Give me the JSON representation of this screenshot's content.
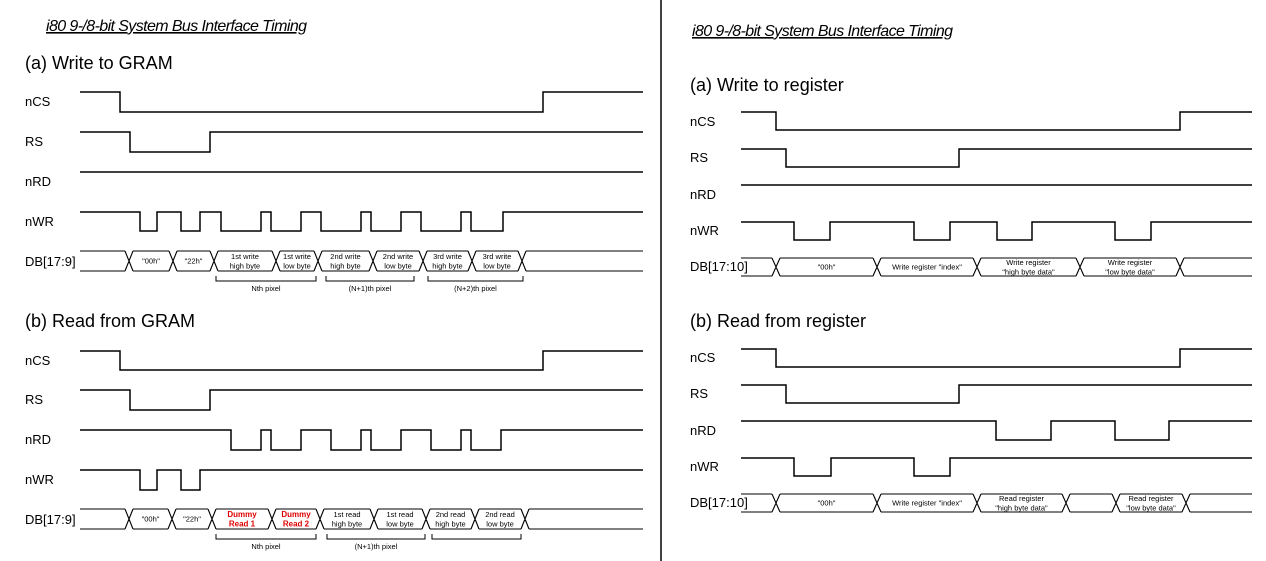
{
  "left": {
    "title": "i80 9-/8-bit System Bus Interface Timing",
    "write": {
      "subtitle": "(a) Write to GRAM",
      "signals": {
        "ncs": "nCS",
        "rs": "RS",
        "nrd": "nRD",
        "nwr": "nWR",
        "db": "DB[17:9]"
      },
      "bus": [
        [
          "\"00h\""
        ],
        [
          "\"22h\""
        ],
        [
          "1st write",
          "high byte"
        ],
        [
          "1st write",
          "low byte"
        ],
        [
          "2nd write",
          "high byte"
        ],
        [
          "2nd write",
          "low byte"
        ],
        [
          "3rd write",
          "high byte"
        ],
        [
          "3rd write",
          "low byte"
        ]
      ],
      "groups": [
        "Nth pixel",
        "(N+1)th pixel",
        "(N+2)th pixel"
      ]
    },
    "read": {
      "subtitle": "(b) Read from GRAM",
      "signals": {
        "ncs": "nCS",
        "rs": "RS",
        "nrd": "nRD",
        "nwr": "nWR",
        "db": "DB[17:9]"
      },
      "bus": [
        [
          "\"00h\""
        ],
        [
          "\"22h\""
        ],
        [
          "Dummy",
          "Read 1"
        ],
        [
          "Dummy",
          "Read 2"
        ],
        [
          "1st read",
          "high byte"
        ],
        [
          "1st read",
          "low byte"
        ],
        [
          "2nd read",
          "high byte"
        ],
        [
          "2nd read",
          "low byte"
        ]
      ],
      "groups": [
        "Nth pixel",
        "(N+1)th pixel"
      ]
    }
  },
  "right": {
    "title": "i80 9-/8-bit System Bus Interface Timing",
    "write": {
      "subtitle": "(a) Write to register",
      "signals": {
        "ncs": "nCS",
        "rs": "RS",
        "nrd": "nRD",
        "nwr": "nWR",
        "db": "DB[17:10]"
      },
      "bus": [
        [
          "\"00h\""
        ],
        [
          "Write register \"index\""
        ],
        [
          "Write register",
          "\"high byte data\""
        ],
        [
          "Write register",
          "\"low byte data\""
        ]
      ]
    },
    "read": {
      "subtitle": "(b) Read from register",
      "signals": {
        "ncs": "nCS",
        "rs": "RS",
        "nrd": "nRD",
        "nwr": "nWR",
        "db": "DB[17:10]"
      },
      "bus": [
        [
          "\"00h\""
        ],
        [
          "Write register \"index\""
        ],
        [
          "Read register",
          "\"high byte data\""
        ],
        [
          "Read register",
          "\"low byte data\""
        ]
      ]
    }
  },
  "colors": {
    "line": "#000000",
    "dummy_text": "#e00000"
  }
}
